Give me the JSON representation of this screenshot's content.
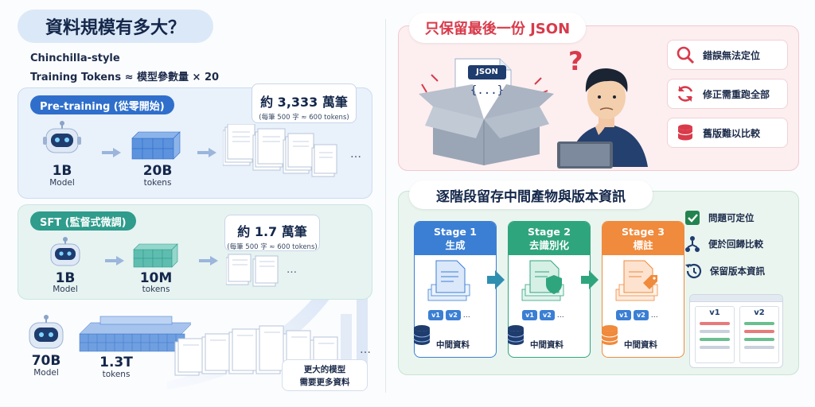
{
  "left": {
    "title": "資料規模有多大？",
    "subtitle_line1": "Chinchilla-style",
    "subtitle_line2": "Training Tokens ≈ 模型參數量 × 20",
    "pretraining": {
      "label": "Pre-training (從零開始)",
      "callout_main": "約 3,333 萬筆",
      "callout_sub": "(每筆 500 字 ≈ 600 tokens)",
      "model_size": "1B",
      "model_caption": "Model",
      "tokens": "20B",
      "tokens_caption": "tokens",
      "ellipsis": "…"
    },
    "sft": {
      "label": "SFT (監督式微調)",
      "callout_main": "約 1.7 萬筆",
      "callout_sub": "(每筆 500 字 ≈ 600 tokens)",
      "model_size": "1B",
      "model_caption": "Model",
      "tokens": "10M",
      "tokens_caption": "tokens",
      "ellipsis": "…"
    },
    "large": {
      "model_size": "70B",
      "model_caption": "Model",
      "tokens": "1.3T",
      "tokens_caption": "tokens",
      "ellipsis": "…",
      "note_line1": "更大的模型",
      "note_line2": "需要更多資料"
    }
  },
  "problem": {
    "title": "只保留最後一份 JSON",
    "json_label": "JSON",
    "json_braces": "{...}",
    "question_mark": "?",
    "issues": [
      {
        "label": "錯誤無法定位",
        "icon": "magnifier-icon"
      },
      {
        "label": "修正需重跑全部",
        "icon": "refresh-icon"
      },
      {
        "label": "舊版難以比較",
        "icon": "database-icon"
      }
    ]
  },
  "solution": {
    "title": "逐階段留存中間產物與版本資訊",
    "stages": [
      {
        "name": "Stage 1",
        "action": "生成",
        "v1": "v1",
        "v2": "v2",
        "more": "…",
        "storage": "中間資料",
        "color": "#3b7fd4"
      },
      {
        "name": "Stage 2",
        "action": "去識別化",
        "v1": "v1",
        "v2": "v2",
        "more": "…",
        "storage": "中間資料",
        "color": "#2fa57e"
      },
      {
        "name": "Stage 3",
        "action": "標註",
        "v1": "v1",
        "v2": "v2",
        "more": "…",
        "storage": "中間資料",
        "color": "#f08a3c"
      }
    ],
    "benefits": [
      {
        "label": "問題可定位",
        "icon": "checkbox-icon"
      },
      {
        "label": "便於回歸比較",
        "icon": "branch-icon"
      },
      {
        "label": "保留版本資訊",
        "icon": "history-icon"
      }
    ],
    "version_compare": {
      "left": "v1",
      "right": "v2"
    }
  },
  "colors": {
    "pretrain_blue": "#2f6fcb",
    "sft_teal": "#2f9c8c",
    "problem_red": "#d93a4a",
    "solution_green": "#23834f"
  }
}
